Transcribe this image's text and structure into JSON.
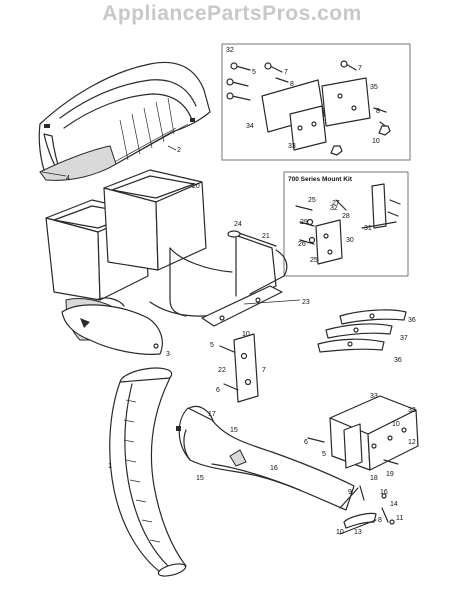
{
  "watermark": "AppliancePartsPros.com",
  "kits": {
    "main_kit_label": "32",
    "mount_kit_label": "700 Series Mount Kit"
  },
  "callouts": {
    "c1": "1",
    "c2": "2",
    "c3": "3",
    "c4": "4",
    "c5a": "5",
    "c5b": "5",
    "c5c": "5",
    "c6": "6",
    "c7a": "7",
    "c7b": "7",
    "c7c": "7",
    "c8a": "8",
    "c8b": "8",
    "c9": "9",
    "c10a": "10",
    "c10b": "10",
    "c10c": "10",
    "c11": "11",
    "c12": "12",
    "c13": "13",
    "c14": "14",
    "c15a": "15",
    "c15b": "15",
    "c16a": "16",
    "c16b": "16",
    "c17": "17",
    "c18": "18",
    "c19": "19",
    "c20": "20",
    "c21": "21",
    "c22": "22",
    "c23": "23",
    "c24": "24",
    "c25a": "25",
    "c25b": "25",
    "c26": "26",
    "c27": "27",
    "c28": "28",
    "c29": "29",
    "c30": "30",
    "c31": "31",
    "c32": "32",
    "c33a": "33",
    "c33b": "33",
    "c33c": "33",
    "c34": "34",
    "c35": "35",
    "c36a": "36",
    "c36b": "36",
    "c37": "37"
  }
}
